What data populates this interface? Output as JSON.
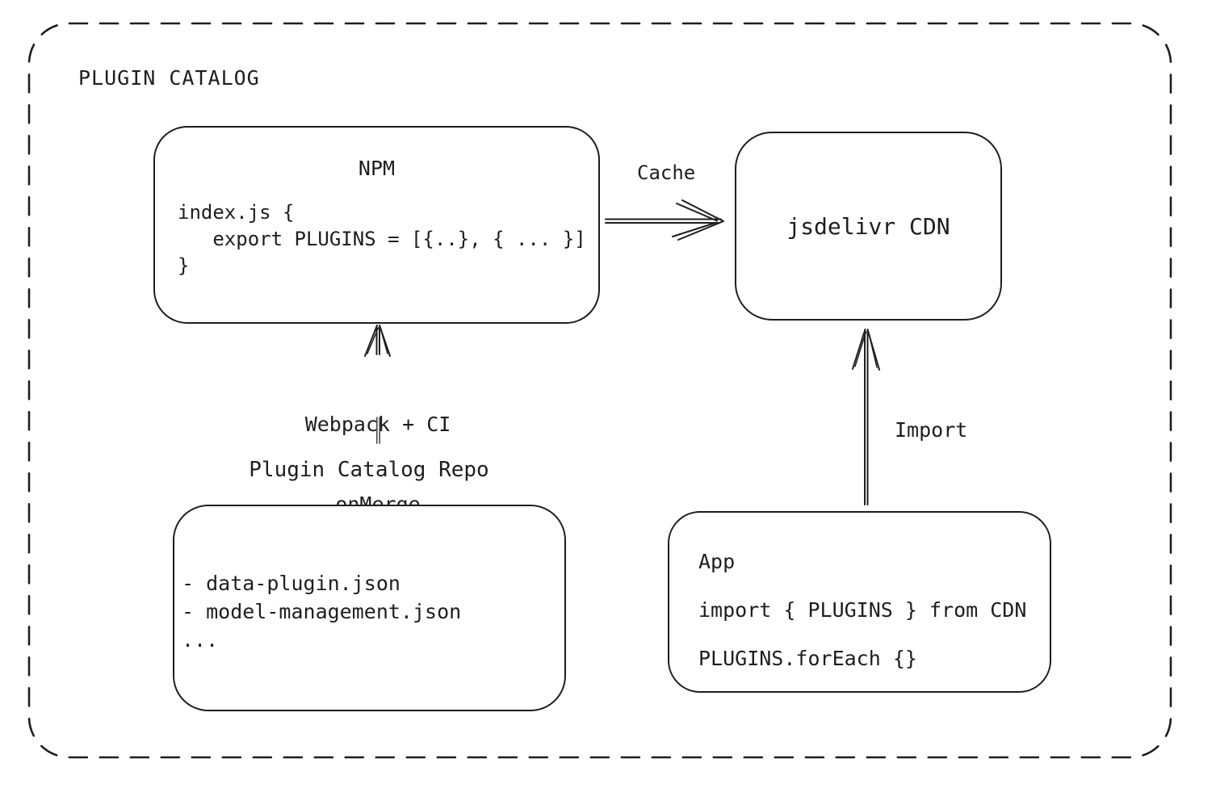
{
  "title": "PLUGIN CATALOG",
  "colors": {
    "stroke": "#1e1e1e",
    "background": "#ffffff"
  },
  "nodes": {
    "npm": {
      "title": "NPM",
      "code": [
        "index.js {",
        "   export PLUGINS = [{..}, { ... }]",
        "}"
      ]
    },
    "cdn": {
      "label": "jsdelivr CDN"
    },
    "repo": {
      "label": "Plugin Catalog Repo",
      "items": [
        "- data-plugin.json",
        "- model-management.json",
        "..."
      ]
    },
    "app": {
      "title": "App",
      "code": [
        "import { PLUGINS } from CDN",
        "PLUGINS.forEach {}"
      ]
    }
  },
  "edges": {
    "cache": {
      "label": "Cache"
    },
    "build": {
      "label": [
        "Webpack + CI",
        "onMerge"
      ]
    },
    "import": {
      "label": "Import"
    }
  }
}
